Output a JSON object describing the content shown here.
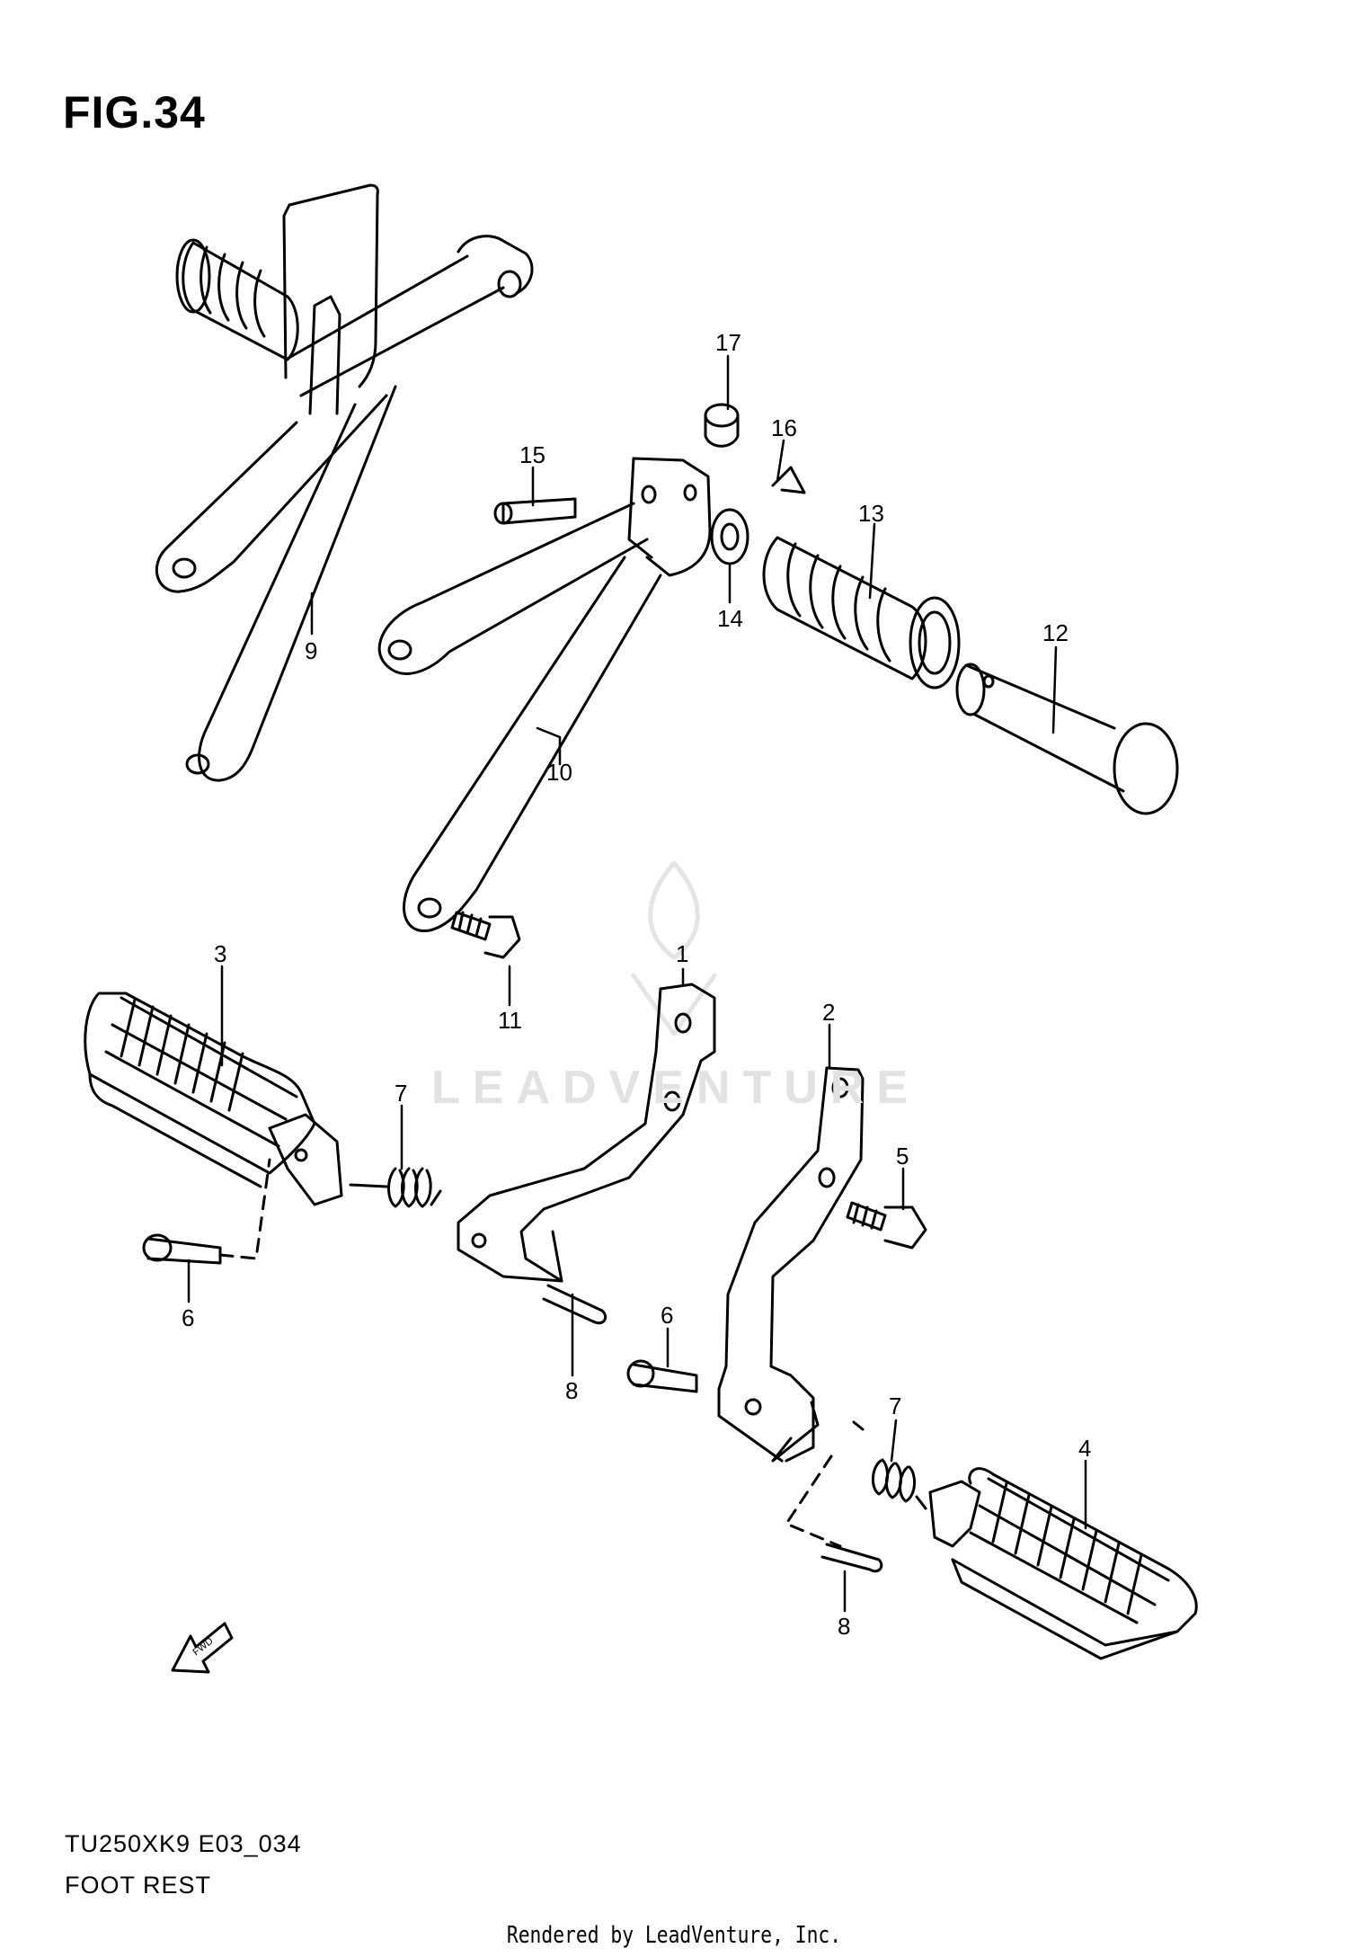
{
  "figure": {
    "title": "FIG.34"
  },
  "footer": {
    "model_code": "TU250XK9 E03_034",
    "section_name": "FOOT REST",
    "credit": "Rendered by LeadVenture, Inc."
  },
  "watermark": {
    "text": "LEADVENTURE"
  },
  "fwd_arrow": {
    "label": "FWD"
  },
  "callouts": [
    "1",
    "2",
    "3",
    "4",
    "5",
    "6",
    "6",
    "7",
    "7",
    "8",
    "8",
    "9",
    "10",
    "11",
    "12",
    "13",
    "14",
    "15",
    "16",
    "17"
  ]
}
